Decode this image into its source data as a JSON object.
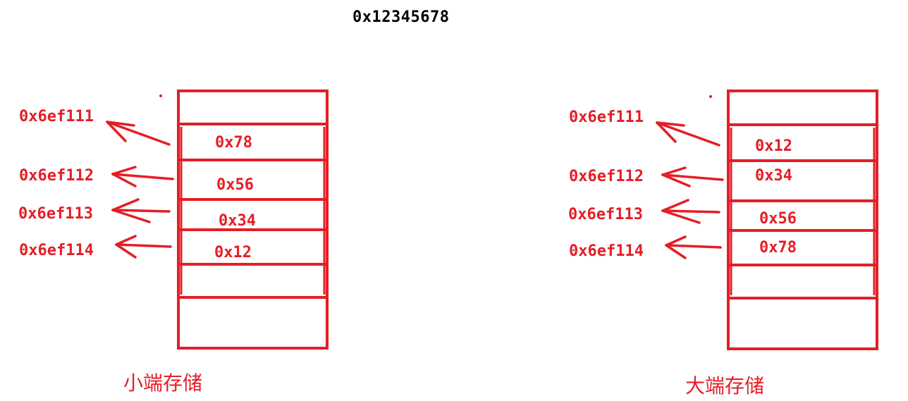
{
  "title": "0x12345678",
  "color": "#e41e26",
  "little_endian": {
    "caption": "小端存储",
    "addresses": [
      "0x6ef111",
      "0x6ef112",
      "0x6ef113",
      "0x6ef114"
    ],
    "cells": [
      "0x78",
      "0x56",
      "0x34",
      "0x12"
    ]
  },
  "big_endian": {
    "caption": "大端存储",
    "addresses": [
      "0x6ef111",
      "0x6ef112",
      "0x6ef113",
      "0x6ef114"
    ],
    "cells": [
      "0x12",
      "0x34",
      "0x56",
      "0x78"
    ]
  }
}
